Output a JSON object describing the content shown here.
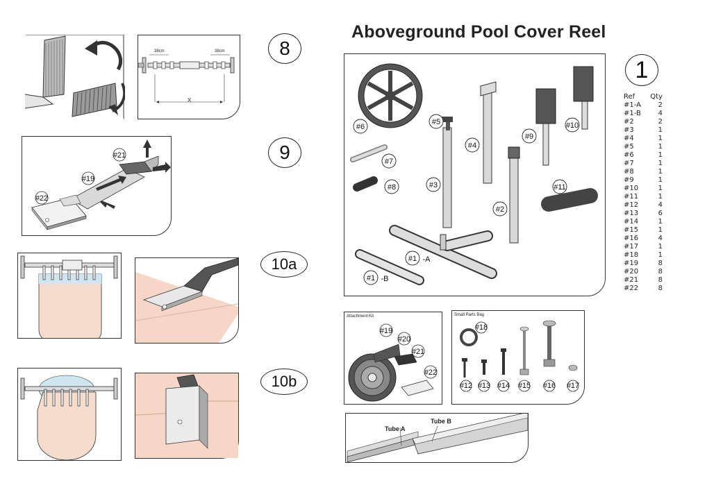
{
  "title": "Aboveground Pool Cover Reel",
  "steps": {
    "s8": "8",
    "s9": "9",
    "s10a": "10a",
    "s10b": "10b",
    "s1": "1"
  },
  "step8": {
    "dim_left": "38cm",
    "dim_right": "38cm",
    "dim_x": "X"
  },
  "step9": {
    "labels": [
      "#21",
      "#19",
      "#22"
    ]
  },
  "main_parts": {
    "labels": [
      "#6",
      "#5",
      "#4",
      "#9",
      "#10",
      "#7",
      "#8",
      "#3",
      "#2",
      "#11",
      "#1",
      "-A",
      "#1",
      "-B"
    ]
  },
  "attachment_kit": {
    "title": "Attachment Kit",
    "labels": [
      "#19",
      "#20",
      "#21",
      "#22"
    ]
  },
  "small_parts_bag": {
    "title": "Small Parts Bag",
    "labels": [
      "#18",
      "#12",
      "#13",
      "#14",
      "#15",
      "#16",
      "#17"
    ]
  },
  "tubes": {
    "tube_a": "Tube A",
    "tube_b": "Tube B"
  },
  "parts_table": {
    "header_ref": "Ref",
    "header_qty": "Qty",
    "rows": [
      {
        "ref": "#1-A",
        "qty": "2"
      },
      {
        "ref": "#1-B",
        "qty": "4"
      },
      {
        "ref": "#2",
        "qty": "2"
      },
      {
        "ref": "#3",
        "qty": "1"
      },
      {
        "ref": "#4",
        "qty": "1"
      },
      {
        "ref": "#5",
        "qty": "1"
      },
      {
        "ref": "#6",
        "qty": "1"
      },
      {
        "ref": "#7",
        "qty": "1"
      },
      {
        "ref": "#8",
        "qty": "1"
      },
      {
        "ref": "#9",
        "qty": "1"
      },
      {
        "ref": "#10",
        "qty": "1"
      },
      {
        "ref": "#11",
        "qty": "1"
      },
      {
        "ref": "#12",
        "qty": "4"
      },
      {
        "ref": "#13",
        "qty": "6"
      },
      {
        "ref": "#14",
        "qty": "1"
      },
      {
        "ref": "#15",
        "qty": "1"
      },
      {
        "ref": "#16",
        "qty": "4"
      },
      {
        "ref": "#17",
        "qty": "1"
      },
      {
        "ref": "#18",
        "qty": "1"
      },
      {
        "ref": "#19",
        "qty": "8"
      },
      {
        "ref": "#20",
        "qty": "8"
      },
      {
        "ref": "#21",
        "qty": "8"
      },
      {
        "ref": "#22",
        "qty": "8"
      }
    ]
  }
}
